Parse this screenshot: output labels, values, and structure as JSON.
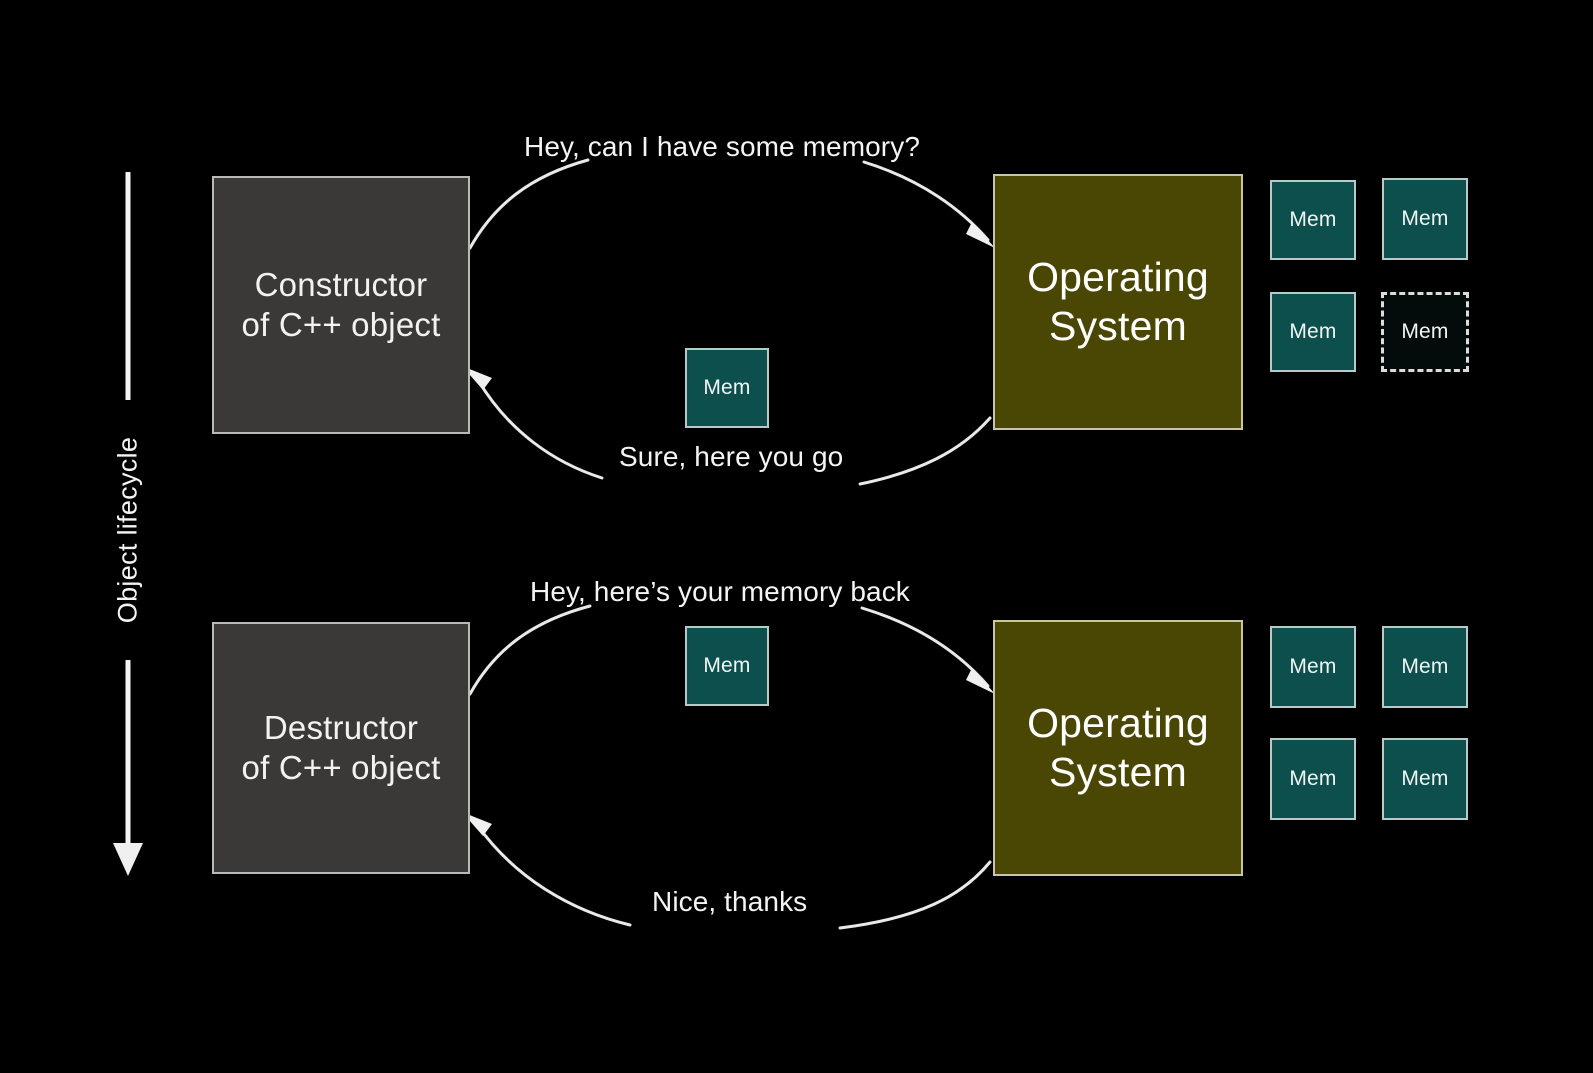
{
  "slide": {
    "background_color": "#000000",
    "lifecycle_axis": {
      "label": "Object lifecycle",
      "direction": "downward"
    }
  },
  "colors": {
    "background": "#000000",
    "actor_gray_fill": "#3b3938",
    "actor_gray_border": "#b9b9b7",
    "os_olive_fill": "#4a4704",
    "os_olive_border": "#c9c6a4",
    "mem_teal_fill": "#0d4f4d",
    "mem_teal_border": "#b7c9c8",
    "mem_ghost_fill": "#030c0b",
    "mem_ghost_border": "#dcdcdc",
    "arrow_stroke": "#e9e9e9",
    "text": "#f4f4f4"
  },
  "phases": [
    {
      "id": "allocation",
      "actor": {
        "line1": "Constructor",
        "line2": "of C++ object"
      },
      "system": {
        "line1": "Operating",
        "line2": "System"
      },
      "request_caption": "Hey, can I have some memory?",
      "response_caption": "Sure, here you go",
      "transferred_block": {
        "label": "Mem"
      },
      "pool": [
        {
          "label": "Mem",
          "state": "allocated"
        },
        {
          "label": "Mem",
          "state": "allocated"
        },
        {
          "label": "Mem",
          "state": "allocated"
        },
        {
          "label": "Mem",
          "state": "free"
        }
      ]
    },
    {
      "id": "deallocation",
      "actor": {
        "line1": "Destructor",
        "line2": "of C++ object"
      },
      "system": {
        "line1": "Operating",
        "line2": "System"
      },
      "request_caption": "Hey, here’s your memory back",
      "response_caption": "Nice, thanks",
      "transferred_block": {
        "label": "Mem"
      },
      "pool": [
        {
          "label": "Mem",
          "state": "allocated"
        },
        {
          "label": "Mem",
          "state": "allocated"
        },
        {
          "label": "Mem",
          "state": "allocated"
        },
        {
          "label": "Mem",
          "state": "allocated"
        }
      ]
    }
  ]
}
